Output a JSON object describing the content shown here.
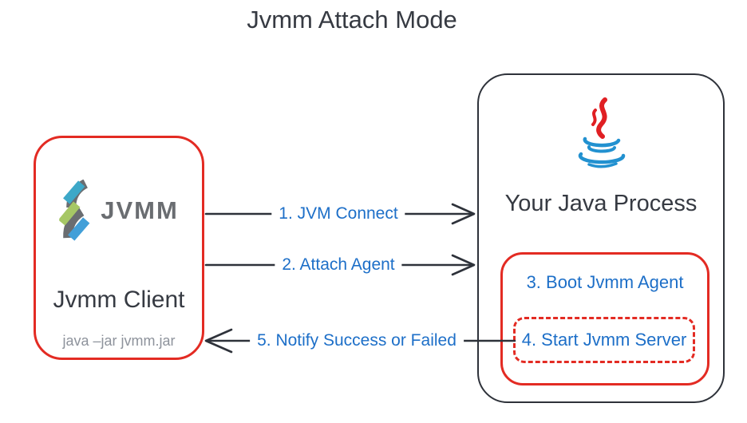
{
  "title": "Jvmm Attach Mode",
  "client_box": {
    "logo_text": "JVMM",
    "name": "Jvmm Client",
    "command": "java –jar jvmm.jar"
  },
  "process_box": {
    "name": "Your Java Process",
    "agent_box": {
      "step3": "3. Boot Jvmm Agent",
      "step4": "4. Start Jvmm Server"
    }
  },
  "arrows": [
    {
      "label": "1. JVM Connect",
      "from": "client-box",
      "to": "process-box",
      "direction": "right",
      "style": "solid"
    },
    {
      "label": "2. Attach Agent",
      "from": "client-box",
      "to": "process-box",
      "direction": "right",
      "style": "solid"
    },
    {
      "label": "5. Notify Success or Failed",
      "from": "server-box",
      "to": "client-box",
      "direction": "left",
      "style": "solid"
    }
  ],
  "icons": {
    "jvmm_logo": "jvmm-helix-icon",
    "java_logo": "java-cup-icon"
  },
  "colors": {
    "box_red": "#e32b23",
    "box_dark": "#2e323a",
    "label_blue": "#1d6fc8",
    "text_dark": "#363a42",
    "logo_gray": "#6a6d71",
    "command_gray": "#8e939c",
    "logo_teal": "#3da8c8",
    "logo_green": "#a6c765",
    "logo_blue": "#429fd8",
    "java_red": "#e01f23",
    "java_blue": "#2291d0"
  }
}
